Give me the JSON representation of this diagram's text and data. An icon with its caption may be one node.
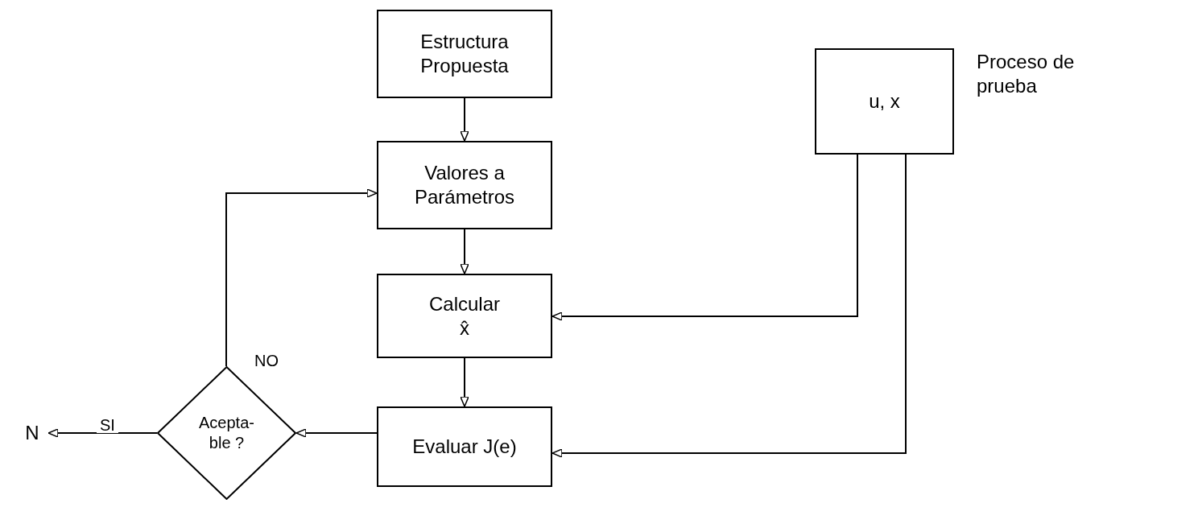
{
  "diagram": {
    "nodes": [
      {
        "text": [
          "Estructura Propuesta"
        ]
      },
      {
        "text": [
          "Valores a Parámetros"
        ]
      },
      {
        "text": [
          "Calcular",
          "x̂"
        ]
      },
      {
        "text": [
          "Evaluar J(e)"
        ]
      },
      {
        "text": [
          "Acepta- ble ?"
        ]
      },
      {
        "text": [
          "N"
        ]
      },
      {
        "text": [
          "u, x"
        ],
        "beside": [
          "Proceso de prueba"
        ]
      }
    ],
    "edges": [
      {
        "from": 0,
        "to": 1,
        "arrow": "to"
      },
      {
        "from": 1,
        "to": 2,
        "arrow": "to"
      },
      {
        "from": 2,
        "to": 3,
        "arrow": "to"
      },
      {
        "from": 3,
        "to": 4,
        "arrow": "to"
      },
      {
        "from": 4,
        "to": 5,
        "arrow": "to",
        "label": "SI"
      },
      {
        "from": 4,
        "to": 1,
        "arrow": "to",
        "label": "NO"
      },
      {
        "from": 6,
        "to": 2,
        "arrow": "to"
      },
      {
        "from": 6,
        "to": 3,
        "arrow": "to"
      }
    ]
  }
}
